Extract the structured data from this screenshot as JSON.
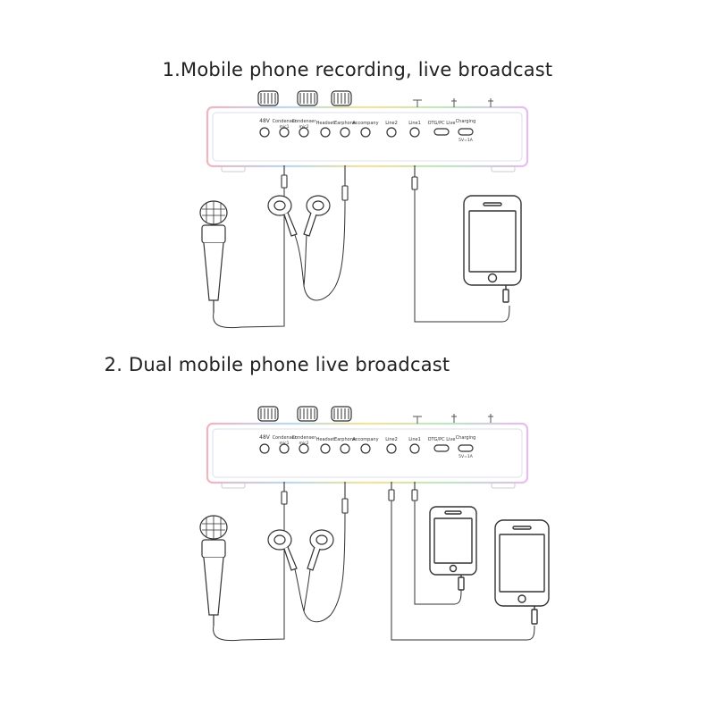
{
  "diagrams": [
    {
      "title": "1.Mobile phone recording, live broadcast",
      "ports": [
        {
          "label": "48V",
          "sub": ""
        },
        {
          "label": "Condenser",
          "sub": "mic1"
        },
        {
          "label": "Condenser",
          "sub": "mic2"
        },
        {
          "label": "Headset",
          "sub": ""
        },
        {
          "label": "Earphone",
          "sub": ""
        },
        {
          "label": "Accompany",
          "sub": ""
        },
        {
          "label": "Line2",
          "sub": ""
        },
        {
          "label": "Line1",
          "sub": ""
        },
        {
          "label": "OTG/PC Live",
          "sub": ""
        },
        {
          "label": "Charging",
          "sub": "5V=1A"
        }
      ]
    },
    {
      "title": "2. Dual mobile phone live broadcast",
      "ports": [
        {
          "label": "48V",
          "sub": ""
        },
        {
          "label": "Condenser",
          "sub": "mic1"
        },
        {
          "label": "Condenser",
          "sub": "mic2"
        },
        {
          "label": "Headset",
          "sub": ""
        },
        {
          "label": "Earphone",
          "sub": ""
        },
        {
          "label": "Accompany",
          "sub": ""
        },
        {
          "label": "Line2",
          "sub": ""
        },
        {
          "label": "Line1",
          "sub": ""
        },
        {
          "label": "OTG/PC Live",
          "sub": ""
        },
        {
          "label": "Charging",
          "sub": "5V=1A"
        }
      ]
    }
  ]
}
